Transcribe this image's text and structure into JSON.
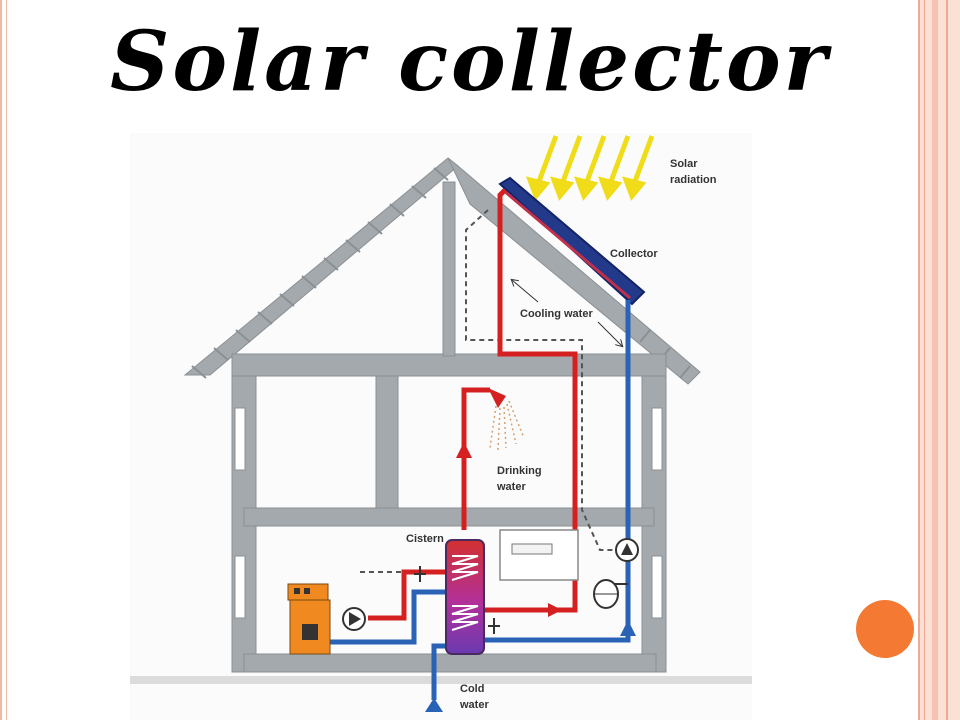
{
  "title": "Solar collector",
  "labels": {
    "solar_radiation_1": "Solar",
    "solar_radiation_2": "radiation",
    "collector": "Collector",
    "cooling_water": "Cooling water",
    "drinking_water_1": "Drinking",
    "drinking_water_2": "water",
    "cistern": "Cistern",
    "cold_water_1": "Cold",
    "cold_water_2": "water"
  },
  "colors": {
    "hot_pipe": "#d42020",
    "cold_pipe": "#2a62b5",
    "structure": "#a3a9ad",
    "collector": "#23398a",
    "sun_rays": "#f0dc18",
    "accent_circle": "#f47a34"
  }
}
